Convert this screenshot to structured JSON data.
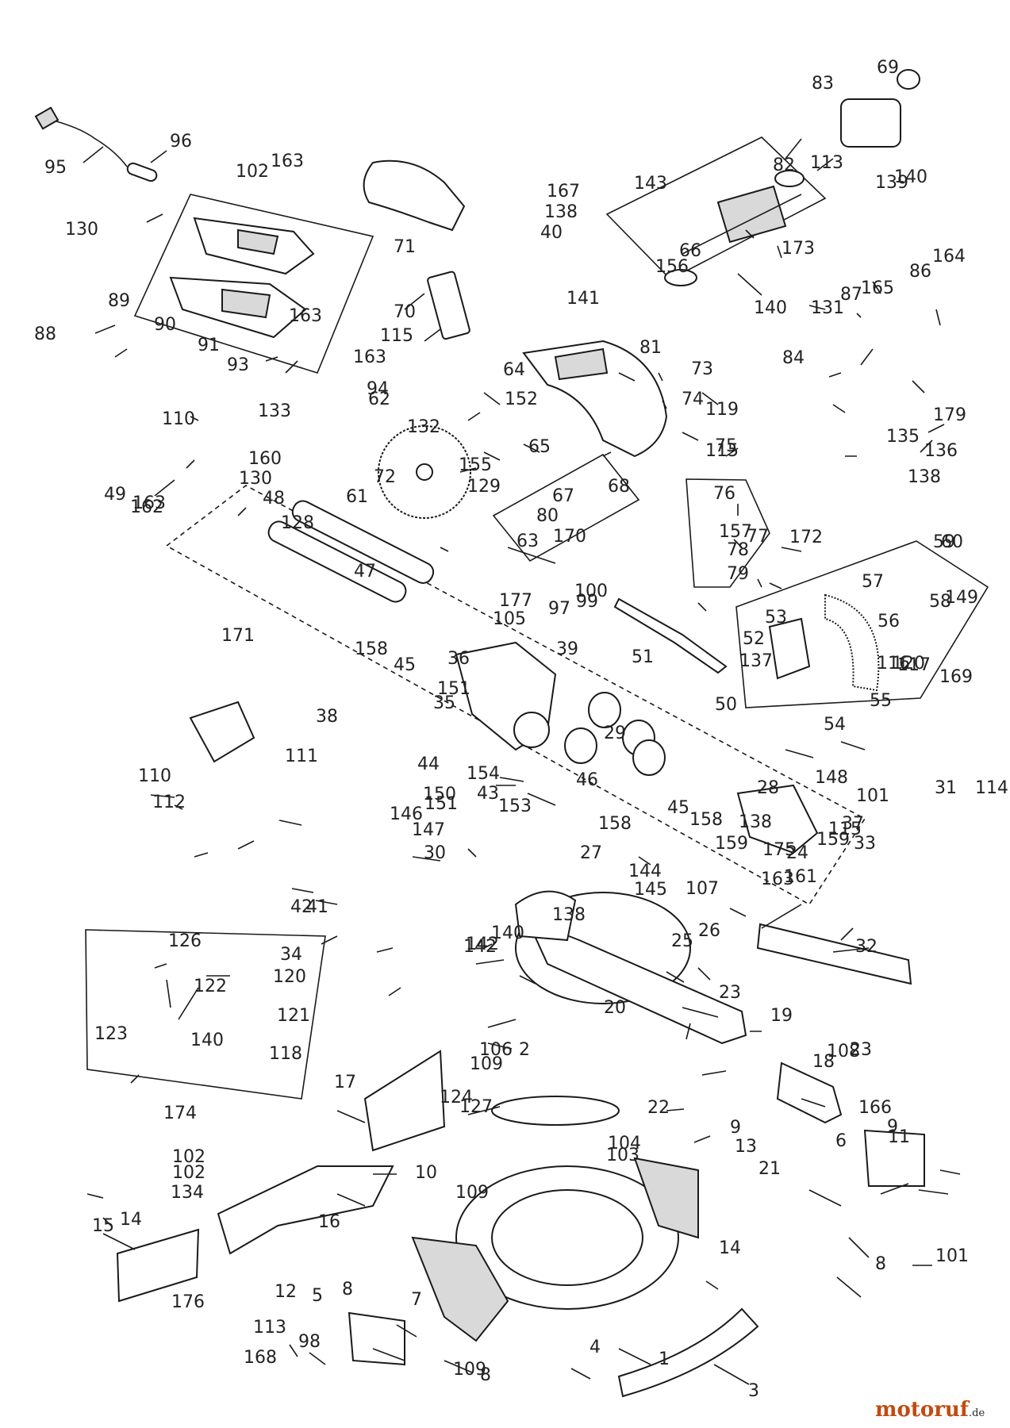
{
  "watermark": {
    "text": "motoruf",
    "suffix": ".de",
    "color": "#c24a10"
  },
  "callouts": [
    "1",
    "2",
    "3",
    "4",
    "5",
    "6",
    "7",
    "8",
    "8",
    "8",
    "9",
    "9",
    "10",
    "11",
    "12",
    "13",
    "14",
    "14",
    "15",
    "16",
    "17",
    "18",
    "19",
    "20",
    "21",
    "22",
    "23",
    "23",
    "24",
    "25",
    "26",
    "27",
    "28",
    "29",
    "30",
    "31",
    "32",
    "33",
    "34",
    "35",
    "36",
    "37",
    "38",
    "39",
    "40",
    "41",
    "42",
    "43",
    "44",
    "45",
    "45",
    "46",
    "47",
    "48",
    "49",
    "50",
    "51",
    "52",
    "53",
    "54",
    "55",
    "56",
    "57",
    "58",
    "59",
    "60",
    "61",
    "62",
    "63",
    "64",
    "65",
    "66",
    "67",
    "68",
    "69",
    "70",
    "71",
    "72",
    "73",
    "74",
    "75",
    "76",
    "77",
    "78",
    "79",
    "80",
    "81",
    "82",
    "83",
    "84",
    "86",
    "87",
    "88",
    "89",
    "90",
    "91",
    "93",
    "94",
    "95",
    "96",
    "97",
    "98",
    "99",
    "100",
    "101",
    "101",
    "102",
    "102",
    "102",
    "103",
    "104",
    "105",
    "106",
    "107",
    "108",
    "109",
    "109",
    "109",
    "110",
    "110",
    "111",
    "112",
    "113",
    "113",
    "114",
    "115",
    "115",
    "115",
    "116",
    "117",
    "118",
    "119",
    "120",
    "120",
    "121",
    "122",
    "123",
    "124",
    "126",
    "127",
    "128",
    "129",
    "130",
    "130",
    "131",
    "132",
    "133",
    "134",
    "135",
    "136",
    "137",
    "138",
    "138",
    "138",
    "138",
    "139",
    "140",
    "140",
    "140",
    "140",
    "141",
    "142",
    "142",
    "143",
    "144",
    "145",
    "146",
    "147",
    "148",
    "149",
    "150",
    "151",
    "151",
    "152",
    "153",
    "154",
    "155",
    "156",
    "157",
    "158",
    "158",
    "158",
    "159",
    "159",
    "160",
    "161",
    "162",
    "163",
    "163",
    "163",
    "163",
    "163",
    "164",
    "165",
    "166",
    "167",
    "168",
    "169",
    "170",
    "171",
    "172",
    "173",
    "174",
    "175",
    "176",
    "177",
    "179"
  ]
}
